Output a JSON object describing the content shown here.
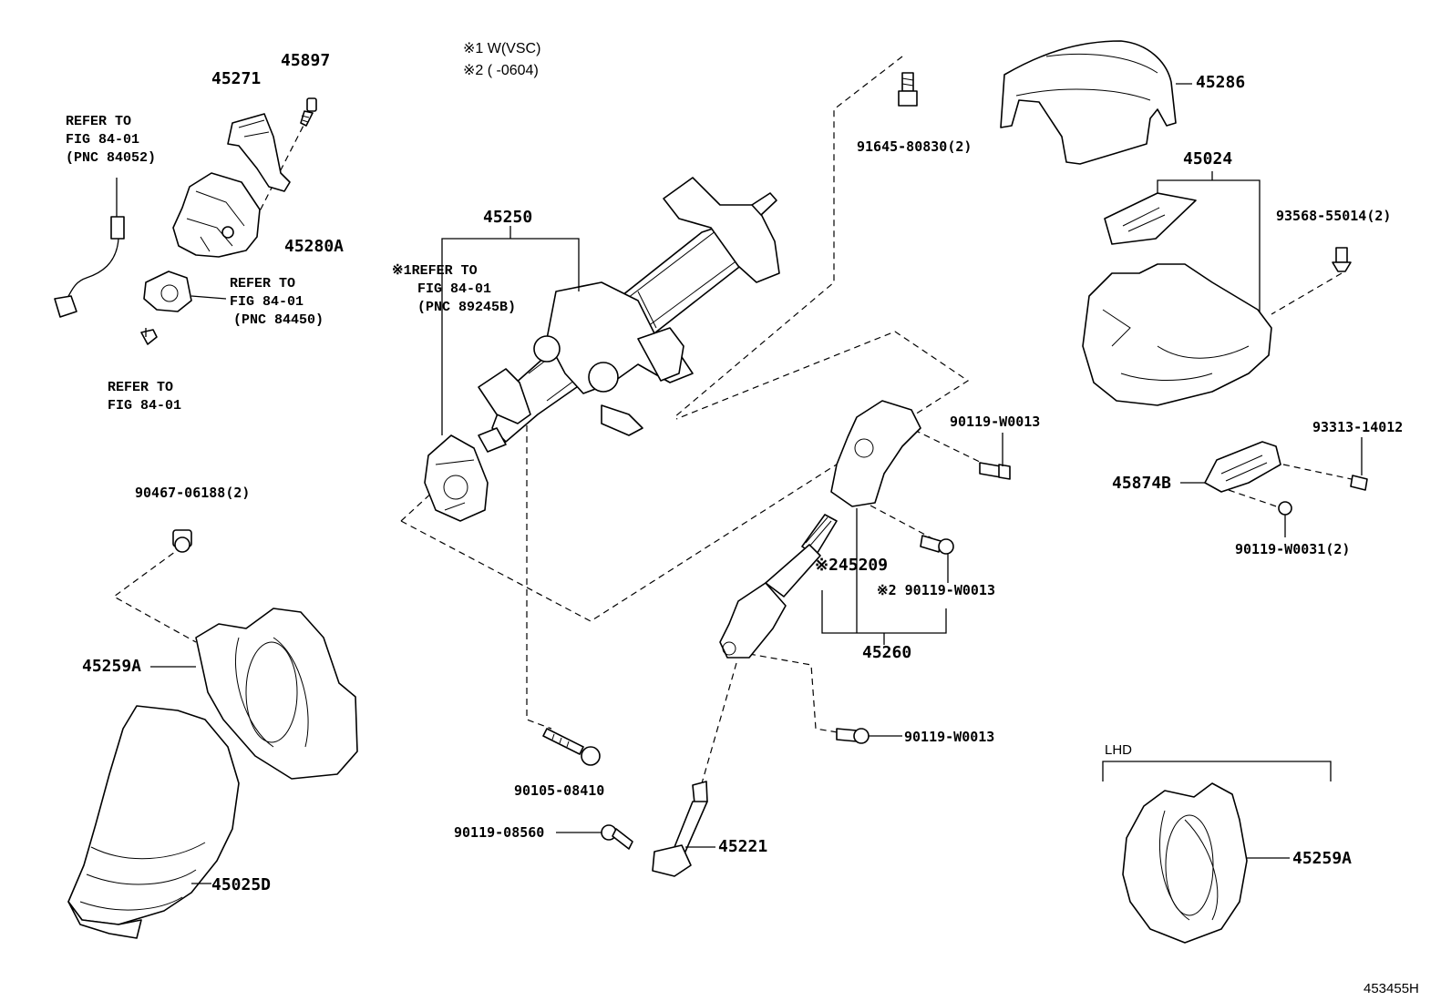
{
  "notes": {
    "n1": "※1 W(VSC)",
    "n2": "※2 (      -0604)"
  },
  "refs": {
    "r1": [
      "REFER TO",
      "FIG 84-01",
      "(PNC 84052)"
    ],
    "r2": [
      "REFER TO",
      "FIG 84-01",
      "(PNC 84450)"
    ],
    "r3": [
      "REFER TO",
      "FIG 84-01"
    ],
    "r4": [
      "※1REFER TO",
      "FIG 84-01",
      "(PNC 89245B)"
    ]
  },
  "parts": {
    "p45271": "45271",
    "p45897": "45897",
    "p45280A": "45280A",
    "p45250": "45250",
    "p91645": "91645-80830(2)",
    "p45286": "45286",
    "p45024": "45024",
    "p93568": "93568-55014(2)",
    "p90119_w0013_a": "90119-W0013",
    "p93313": "93313-14012",
    "p45874B": "45874B",
    "p90119_w0031": "90119-W0031(2)",
    "p45209": "※245209",
    "p90119_w0013_b": "※2 90119-W0013",
    "p45260": "45260",
    "p90467": "90467-06188(2)",
    "p45259A_left": "45259A",
    "p90119_w0013_c": "90119-W0013",
    "p90105": "90105-08410",
    "p90119_08560": "90119-08560",
    "p45221": "45221",
    "p45025D": "45025D",
    "p45259A_right": "45259A"
  },
  "lhd_label": "LHD",
  "figure_code": "453455H"
}
